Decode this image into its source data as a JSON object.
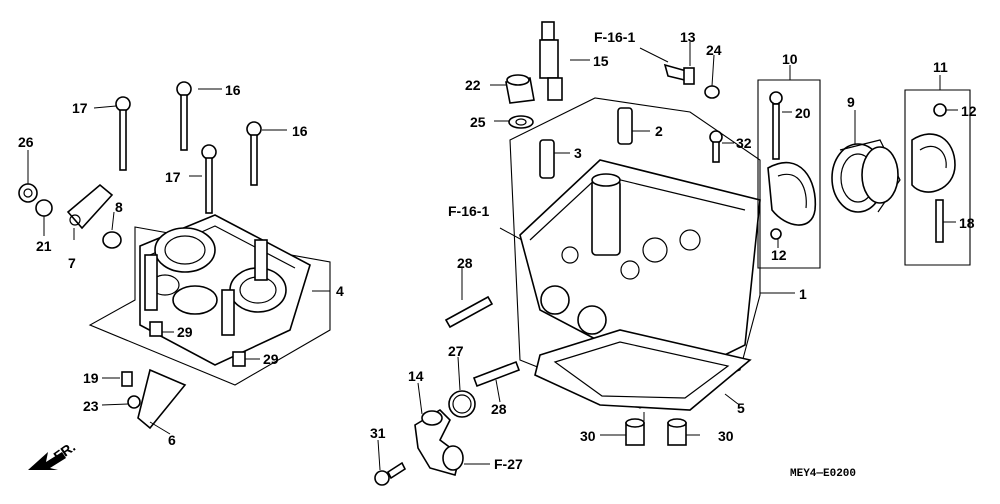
{
  "labels": {
    "n1": "1",
    "n2": "2",
    "n3": "3",
    "n4": "4",
    "n5": "5",
    "n6": "6",
    "n7": "7",
    "n8": "8",
    "n9": "9",
    "n10": "10",
    "n11": "11",
    "n12a": "12",
    "n12b": "12",
    "n13": "13",
    "n14": "14",
    "n15": "15",
    "n16a": "16",
    "n16b": "16",
    "n17a": "17",
    "n17b": "17",
    "n18": "18",
    "n19": "19",
    "n20": "20",
    "n21": "21",
    "n22": "22",
    "n23": "23",
    "n24": "24",
    "n25": "25",
    "n26": "26",
    "n27": "27",
    "n28a": "28",
    "n28b": "28",
    "n29a": "29",
    "n29b": "29",
    "n30a": "30",
    "n30b": "30",
    "n31": "31",
    "n32": "32"
  },
  "references": {
    "f16_top": "F-16-1",
    "f16_left": "F-16-1",
    "f27": "F-27"
  },
  "front_arrow": "FR.",
  "diagram_code": "MEY4—E0200"
}
